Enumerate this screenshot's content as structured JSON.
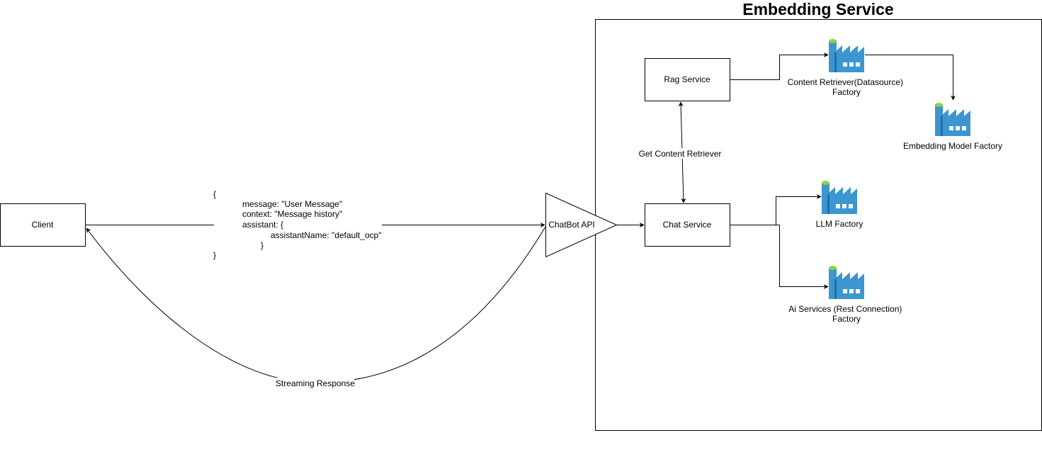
{
  "group": {
    "title": "Embedding Service"
  },
  "nodes": {
    "client": "Client",
    "chatbot_api": "ChatBot API",
    "rag_service": "Rag Service",
    "chat_service": "Chat Service",
    "content_retriever_factory": [
      "Content Retriever(Datasource)",
      "Factory"
    ],
    "embedding_model_factory": "Embedding Model Factory",
    "llm_factory": "LLM Factory",
    "ai_services_factory": [
      "Ai Services (Rest Connection)",
      "Factory"
    ]
  },
  "payload": {
    "lines": [
      "{",
      "message: \"User Message\"",
      "context: \"Message history\"",
      "assistant: {",
      "assistantName: \"default_ocp\"",
      "}",
      "}"
    ]
  },
  "edges": {
    "get_content_retriever": "Get Content Retriever",
    "streaming_response": "Streaming Response"
  },
  "colors": {
    "factory_dark": "#1F6FA8",
    "factory_mid": "#3C96D0",
    "factory_light": "#5BB1E3",
    "factory_top": "#8CD63E",
    "line": "#000000"
  },
  "icons": {
    "factory": "factory-icon"
  }
}
